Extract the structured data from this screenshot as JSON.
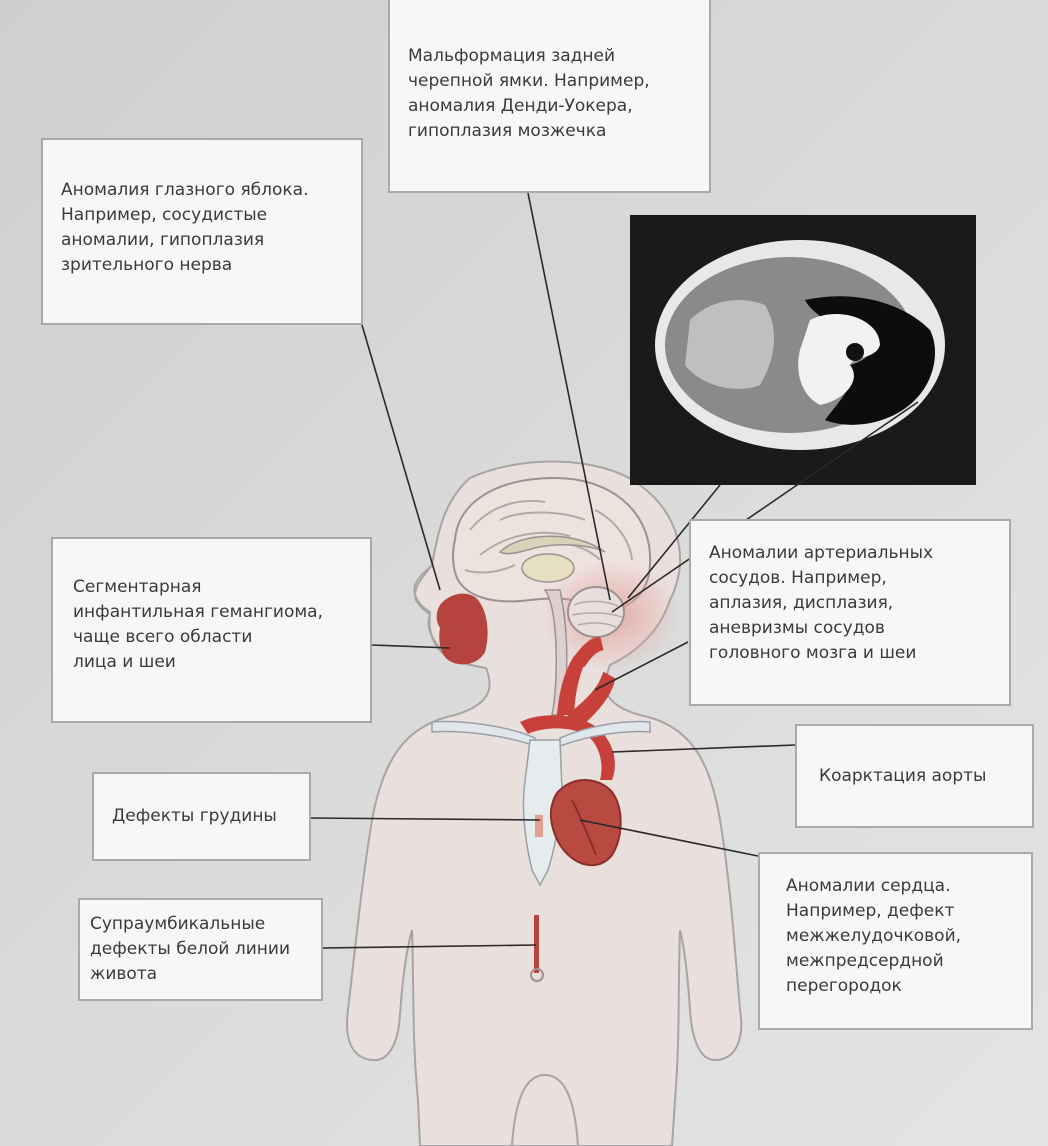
{
  "labels": {
    "posterior_fossa": "Мальформация задней\nчерепной ямки. Например,\nаномалия Денди-Уокера,\nгипоплазия мозжечка",
    "eye": "Аномалия глазного яблока.\nНапример, сосудистые\nаномалии, гипоплазия\nзрительного нерва",
    "hemangioma": "Сегментарная\nинфантильная гемангиома,\nчаще всего области\nлица и шеи",
    "arterial": "Аномалии артериальных\nсосудов. Например,\nаплазия, дисплазия,\nаневризмы сосудов\nголовного мозга и шеи",
    "coarctation": "Коарктация аорты",
    "sternum": "Дефекты грудины",
    "heart": "Аномалии сердца.\nНапример, дефект\nмежжелудочковой,\nмежпредсердной\nперегородок",
    "supraumbilical": "Супраумбикальные\nдефекты белой линии\nживота"
  },
  "colors": {
    "hemangioma": "#b5443f",
    "vessel": "#c8403a",
    "body_outline": "#a8a4a4",
    "mri_background": "#1a1a1a"
  }
}
